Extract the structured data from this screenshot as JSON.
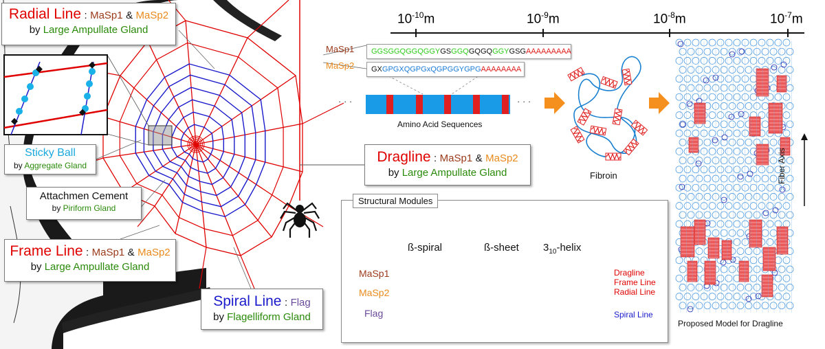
{
  "scale": {
    "ticks": [
      "10",
      "10",
      "10",
      "10"
    ],
    "exponents": [
      "-10",
      "-9",
      "-8",
      "-7"
    ],
    "unit": "m"
  },
  "callouts": {
    "radial": {
      "name": "Radial Line",
      "sep": ":",
      "prot1": "MaSp1",
      "amp": "&",
      "prot2": "MaSp2",
      "by": "by",
      "gland": "Large Ampullate Gland"
    },
    "sticky": {
      "name": "Sticky Ball",
      "by": "by",
      "gland": "Aggregate Gland"
    },
    "cement": {
      "name": "Attachmen Cement",
      "by": "by",
      "gland": "Piriform Gland"
    },
    "frame": {
      "name": "Frame Line",
      "sep": ":",
      "prot1": "MaSp1",
      "amp": "&",
      "prot2": "MaSp2",
      "by": "by",
      "gland": "Large Ampullate Gland"
    },
    "spiral": {
      "name": "Spiral Line",
      "sep": ":",
      "prot": "Flag",
      "by": "by",
      "gland": "Flagelliform Gland"
    },
    "dragline": {
      "name": "Dragline",
      "sep": ":",
      "prot1": "MaSp1",
      "amp": "&",
      "prot2": "MaSp2",
      "by": "by",
      "gland": "Large Ampullate Gland"
    }
  },
  "sequences": {
    "masp1_label": "MaSp1",
    "masp2_label": "MaSp2",
    "masp1": [
      {
        "text": "GGSGGQGGQGGY",
        "color": "#2ecc1a"
      },
      {
        "text": "GS",
        "color": "#111111"
      },
      {
        "text": "GGQ",
        "color": "#2ecc1a"
      },
      {
        "text": "GQGQ",
        "color": "#111111"
      },
      {
        "text": "GGY",
        "color": "#2ecc1a"
      },
      {
        "text": "GSG",
        "color": "#111111"
      },
      {
        "text": "AAAAAAAAA",
        "color": "#e02020"
      }
    ],
    "masp2": [
      {
        "text": "GX",
        "color": "#111111"
      },
      {
        "text": "GPGXQGPGxQGPGGYGPG",
        "color": "#1a7ad8"
      },
      {
        "text": "AAAAAAAA",
        "color": "#e02020"
      }
    ],
    "dots_left": "· · ·",
    "dots_right": "· · ·",
    "caption": "Amino Acid Sequences"
  },
  "fibroin_label": "Fibroin",
  "model_label": "Proposed Model for Dragline",
  "fiber_axis_label": "Fiber Axis",
  "modules": {
    "title": "Structural Modules",
    "spiral": "ß-spiral",
    "sheet": "ß-sheet",
    "helix_main": "3",
    "helix_sub": "10",
    "helix_suffix": "-helix",
    "rows": [
      "MaSp1",
      "MaSp2",
      "Flag"
    ],
    "bracket_labels": [
      "Dragline",
      "Frame Line",
      "Radial Line"
    ],
    "spiral_line_label": "Spiral Line"
  },
  "colors": {
    "red": "#e00000",
    "blue": "#1a1acc",
    "cyan": "#1ab0e8",
    "orange": "#f5901e",
    "green": "#2a8a0a"
  }
}
